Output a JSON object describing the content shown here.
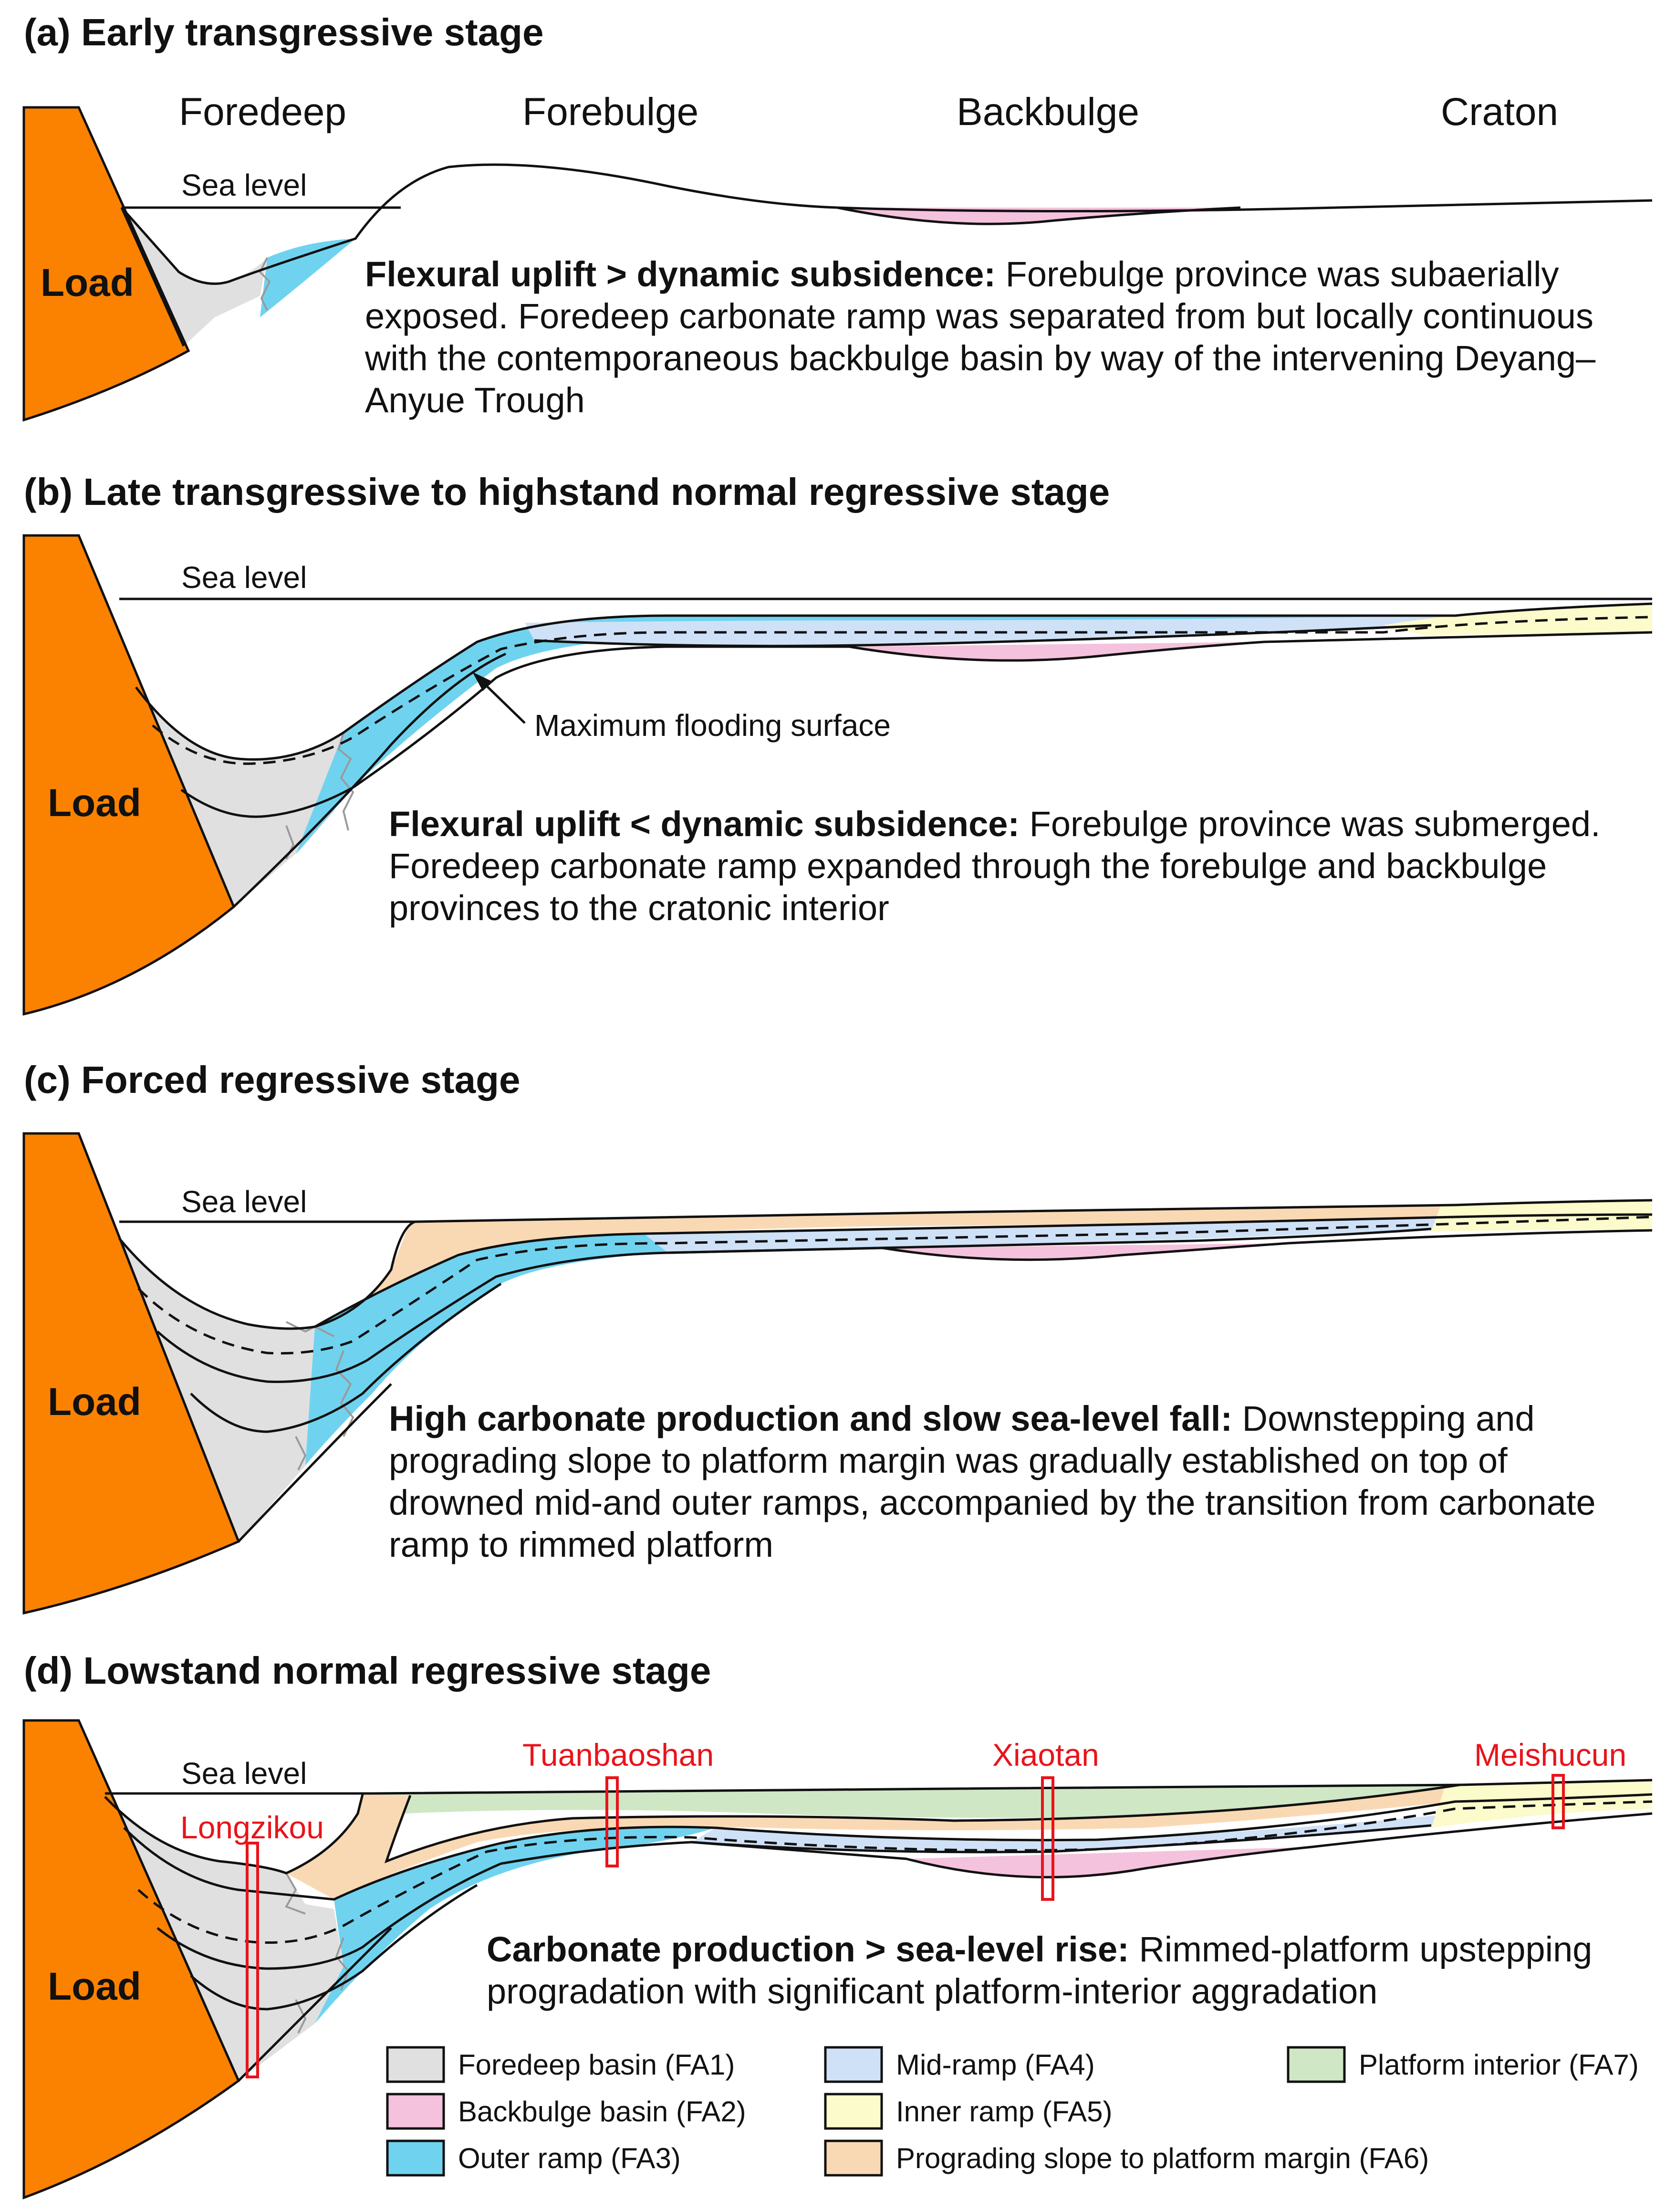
{
  "panels": {
    "a": {
      "title": "(a) Early transgressive stage",
      "zones": [
        "Foredeep",
        "Forebulge",
        "Backbulge",
        "Craton"
      ],
      "sea_level": "Sea level",
      "load": "Load",
      "desc_bold": "Flexural uplift > dynamic subsidence:",
      "desc_lines": [
        " Forebulge province was subaerially",
        "exposed. Foredeep carbonate ramp was separated from but locally continuous",
        "with the contemporaneous backbulge basin by way of the intervening Deyang–",
        "Anyue Trough"
      ]
    },
    "b": {
      "title": "(b) Late transgressive to highstand normal regressive stage",
      "sea_level": "Sea level",
      "load": "Load",
      "mfs_label": "Maximum flooding surface",
      "desc_bold": "Flexural uplift < dynamic subsidence:",
      "desc_lines": [
        " Forebulge province was submerged.",
        "Foredeep carbonate ramp expanded through the forebulge and backbulge",
        "provinces to the cratonic interior"
      ]
    },
    "c": {
      "title": "(c) Forced regressive stage",
      "sea_level": "Sea level",
      "load": "Load",
      "desc_bold": "High carbonate production and slow sea-level fall:",
      "desc_lines": [
        " Downstepping and",
        "prograding slope to platform margin was gradually established on top of",
        "drowned mid-and outer ramps, accompanied by the transition from carbonate",
        "ramp to rimmed platform"
      ]
    },
    "d": {
      "title": "(d) Lowstand normal regressive stage",
      "sea_level": "Sea level",
      "load": "Load",
      "sections": [
        "Longzikou",
        "Tuanbaoshan",
        "Xiaotan",
        "Meishucun"
      ],
      "desc_bold": "Carbonate production > sea-level rise:",
      "desc_lines": [
        " Rimmed-platform upstepping",
        "progradation with significant platform-interior aggradation"
      ]
    }
  },
  "legend": [
    {
      "label": "Foredeep basin (FA1)",
      "color": "#e0e0e0"
    },
    {
      "label": "Backbulge basin (FA2)",
      "color": "#f4c2dc"
    },
    {
      "label": "Outer ramp (FA3)",
      "color": "#6fd3f0"
    },
    {
      "label": "Mid-ramp (FA4)",
      "color": "#cfe1f7"
    },
    {
      "label": "Inner ramp (FA5)",
      "color": "#fbfbcb"
    },
    {
      "label": "Prograding slope to platform margin (FA6)",
      "color": "#f9d9b4"
    },
    {
      "label": "Platform interior (FA7)",
      "color": "#cfe7c5"
    }
  ],
  "colors": {
    "load": "#fb8200",
    "section_marker": "#e8141b"
  }
}
